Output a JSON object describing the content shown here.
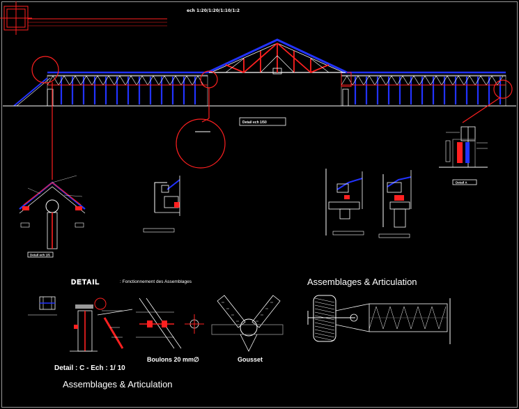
{
  "drawing": {
    "scale_header": "ech 1:20/1:20/1:10/1:2",
    "detail_label_center": "Detail  ech 1/50",
    "detail_label_left": "Detail  ech 1/5",
    "detail_label_right": "Detail  A",
    "detail_heading": "DETAIL",
    "detail_subheading": ": Fonctionnement des Assemblages",
    "right_heading": "Assemblages   & Articulation",
    "caption_detail_c": "Detail :  C  - Ech :  1/ 10",
    "caption_bolts": "Boulons 20 mm∅",
    "caption_gusset": "Gousset",
    "bottom_heading": "Assemblages   & Articulation"
  },
  "colors": {
    "background": "#000000",
    "red": "#ff2020",
    "blue": "#2233ff",
    "white": "#ffffff",
    "grey": "#9a9a9a"
  }
}
